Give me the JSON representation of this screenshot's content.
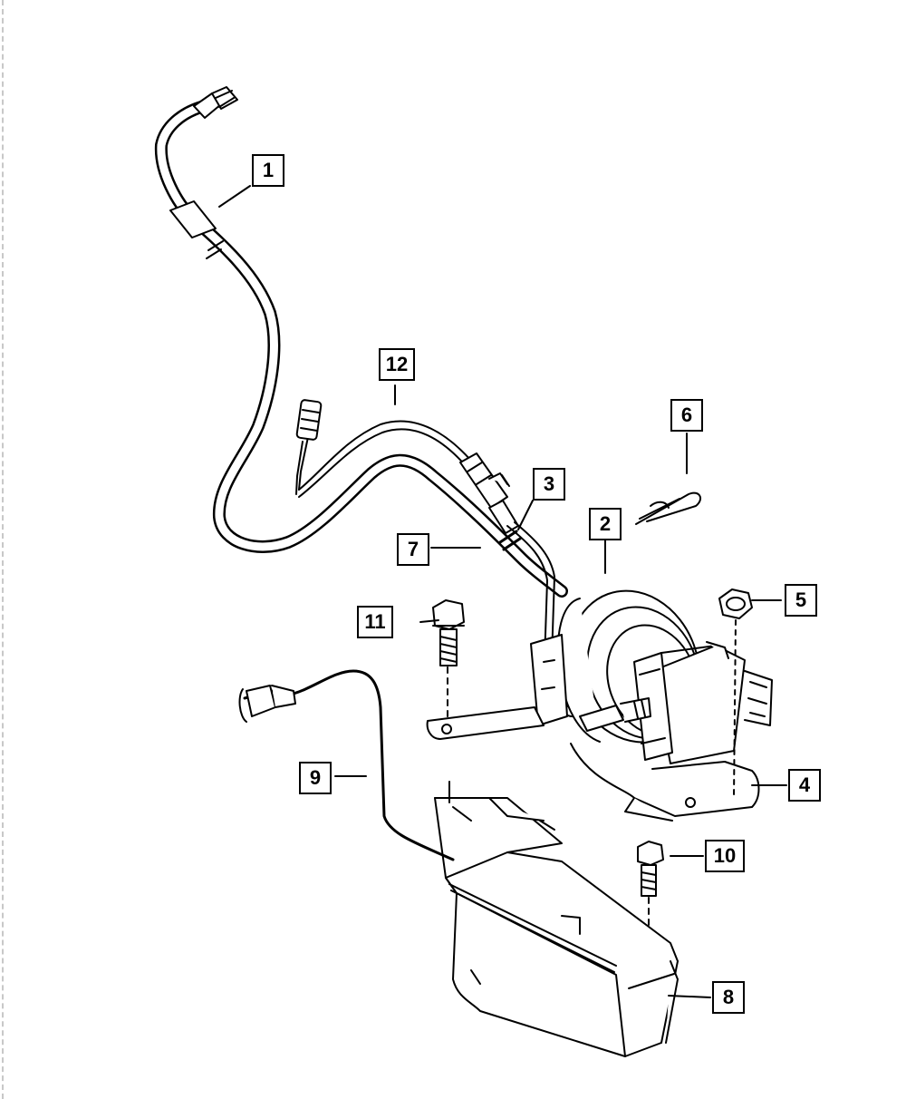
{
  "diagram": {
    "callouts": [
      {
        "id": "c1",
        "label": "1"
      },
      {
        "id": "c2",
        "label": "2"
      },
      {
        "id": "c3",
        "label": "3"
      },
      {
        "id": "c4",
        "label": "4"
      },
      {
        "id": "c5",
        "label": "5"
      },
      {
        "id": "c6",
        "label": "6"
      },
      {
        "id": "c7",
        "label": "7"
      },
      {
        "id": "c8",
        "label": "8"
      },
      {
        "id": "c9",
        "label": "9"
      },
      {
        "id": "c10",
        "label": "10"
      },
      {
        "id": "c11",
        "label": "11"
      },
      {
        "id": "c12",
        "label": "12"
      }
    ],
    "colors": {
      "ink": "#000000",
      "paper": "#ffffff",
      "edge": "#c8c8c8"
    }
  }
}
